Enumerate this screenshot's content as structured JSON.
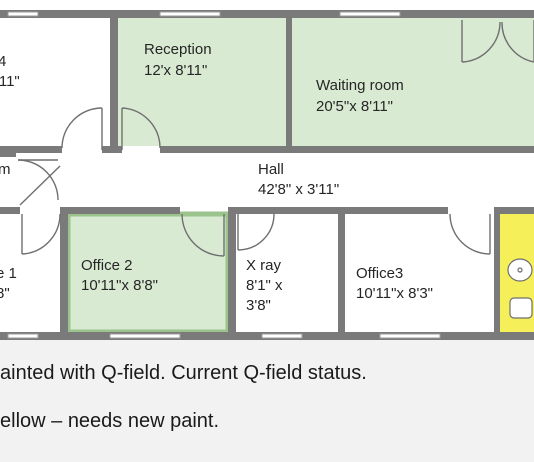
{
  "rooms": {
    "office4": {
      "name_fragment": "4",
      "size_fragment": "'11\""
    },
    "reception": {
      "name": "Reception",
      "size": "12'x 8'11\""
    },
    "waiting_room": {
      "name": "Waiting room",
      "size": "20'5\"x 8'11\""
    },
    "room_left": {
      "name_fragment": "m"
    },
    "hall": {
      "name": "Hall",
      "size": "42'8\" x 3'11\""
    },
    "office1": {
      "name_fragment": "e 1",
      "size_fragment": "8\""
    },
    "office2": {
      "name": "Office 2",
      "size": "10'11\"x 8'8\""
    },
    "xray": {
      "name": "X ray",
      "size_line1": "8'1\" x",
      "size_line2": "3'8\""
    },
    "office3": {
      "name": "Office3",
      "size": "10'11\"x 8'3\""
    }
  },
  "colors": {
    "painted_green": "#d9ead3",
    "needs_paint_yellow": "#f5ef5a",
    "wall": "#7a7a7a",
    "window": "#bfbfbf",
    "caption_bg": "#f2f2f2"
  },
  "caption": {
    "line1": "ainted with Q-field. Current Q-field status.",
    "line2": "ellow – needs new paint."
  }
}
